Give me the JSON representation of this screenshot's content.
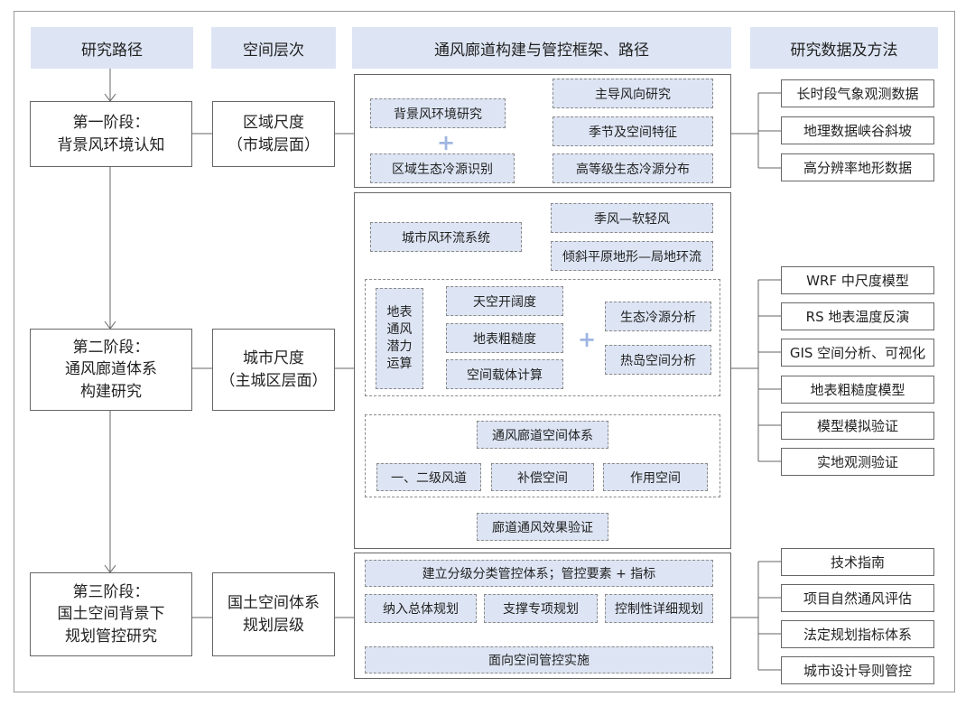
{
  "headers": {
    "research_path": "研究路径",
    "spatial_level": "空间层次",
    "framework": "通风廊道构建与管控框架、路径",
    "data_methods": "研究数据及方法"
  },
  "stages": [
    {
      "label": "第一阶段：\n背景风环境认知",
      "level": "区域尺度\n（市域层面）"
    },
    {
      "label": "第二阶段：\n通风廊道体系\n构建研究",
      "level": "城市尺度\n（主城区层面）"
    },
    {
      "label": "第三阶段：\n国土空间背景下\n规划管控研究",
      "level": "国土空间体系\n规划层级"
    }
  ],
  "panel1": {
    "bg_wind": "背景风环境研究",
    "dominant_wind": "主导风向研究",
    "seasonal": "季节及空间特征",
    "cold_source_id": "区域生态冷源识别",
    "high_cold_source": "高等级生态冷源分布"
  },
  "panel2": {
    "urban_wind": "城市风环流系统",
    "monsoon": "季风—软轻风",
    "slope_flow": "倾斜平原地形—局地环流",
    "potential_calc": "地表\n通风\n潜力\n运算",
    "sky_open": "天空开阔度",
    "roughness": "地表粗糙度",
    "carrier_calc": "空间载体计算",
    "cold_analysis": "生态冷源分析",
    "heat_island": "热岛空间分析",
    "corridor_system": "通风廊道空间体系",
    "level12": "一、二级风道",
    "compensation": "补偿空间",
    "effect_space": "作用空间",
    "verify": "廊道通风效果验证"
  },
  "panel3": {
    "control_system": "建立分级分类管控体系；管控要素 + 指标",
    "overall_plan": "纳入总体规划",
    "special_plan": "支撑专项规划",
    "detail_plan": "控制性详细规划",
    "implementation": "面向空间管控实施"
  },
  "methods1": [
    "长时段气象观测数据",
    "地理数据峡谷斜坡",
    "高分辨率地形数据"
  ],
  "methods2": [
    "WRF 中尺度模型",
    "RS 地表温度反演",
    "GIS 空间分析、可视化",
    "地表粗糙度模型",
    "模型模拟验证",
    "实地观测验证"
  ],
  "methods3": [
    "技术指南",
    "项目自然通风评估",
    "法定规划指标体系",
    "城市设计导则管控"
  ],
  "plus_sign": "+",
  "colors": {
    "header_fill": "#dde5f4",
    "box_fill_blue": "#dde5f4",
    "line": "#666666",
    "plus": "#9fb6e2"
  }
}
